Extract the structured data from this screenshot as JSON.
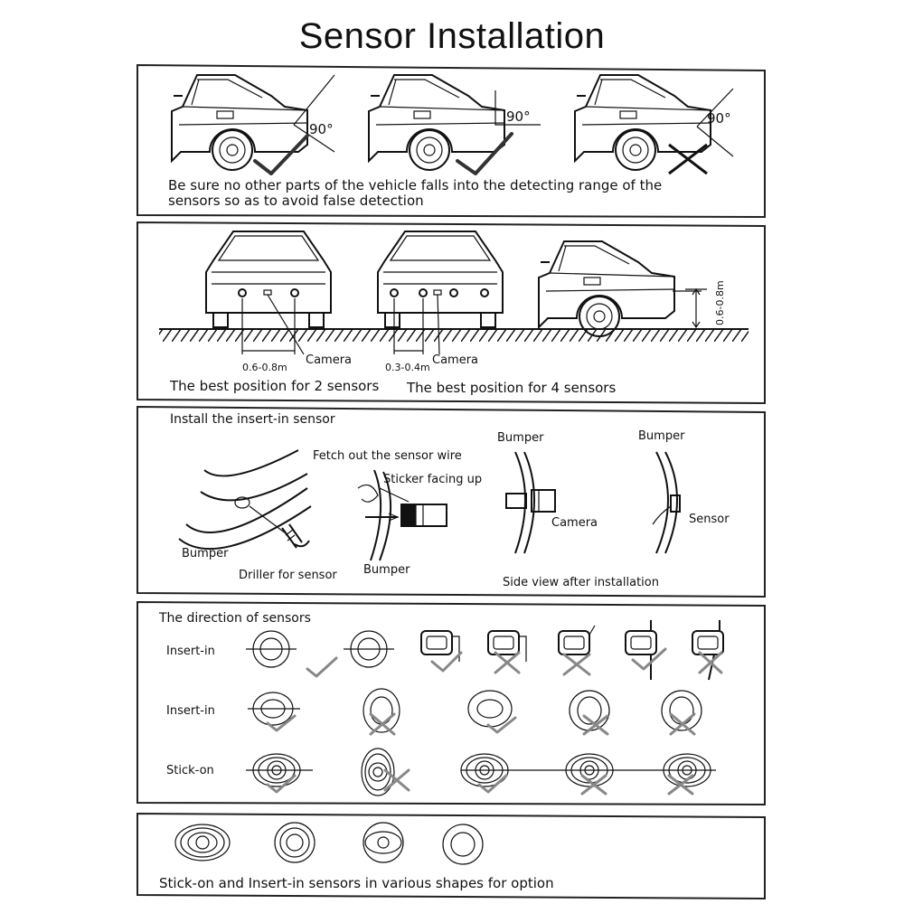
{
  "title": "Sensor Installation",
  "panel1": {
    "angle_labels": [
      "90°",
      "90°",
      "90°"
    ],
    "caption_line1": "Be sure no other parts of the vehicle falls into the detecting range of the",
    "caption_line2": "sensors so as to avoid false detection"
  },
  "panel2": {
    "dim_2_sensors": "0.6-0.8m",
    "camera_label_1": "Camera",
    "dim_4_sensors": "0.3-0.4m",
    "camera_label_2": "Camera",
    "height_dim": "0.6-0.8m",
    "caption_2": "The best position for 2 sensors",
    "caption_4": "The best position for 4 sensors"
  },
  "panel3": {
    "heading": "Install the insert-in sensor",
    "fetch_wire": "Fetch out the sensor wire",
    "sticker": "Sticker facing up",
    "bumper_left": "Bumper",
    "driller": "Driller for sensor",
    "bumper_mid": "Bumper",
    "bumper_cam": "Bumper",
    "camera": "Camera",
    "bumper_sensor": "Bumper",
    "sensor": "Sensor",
    "side_view": "Side view after installation"
  },
  "panel4": {
    "heading": "The direction of sensors",
    "row_labels": [
      "Insert-in",
      "Insert-in",
      "Stick-on"
    ]
  },
  "panel5": {
    "caption": "Stick-on and Insert-in sensors in various shapes for option"
  }
}
